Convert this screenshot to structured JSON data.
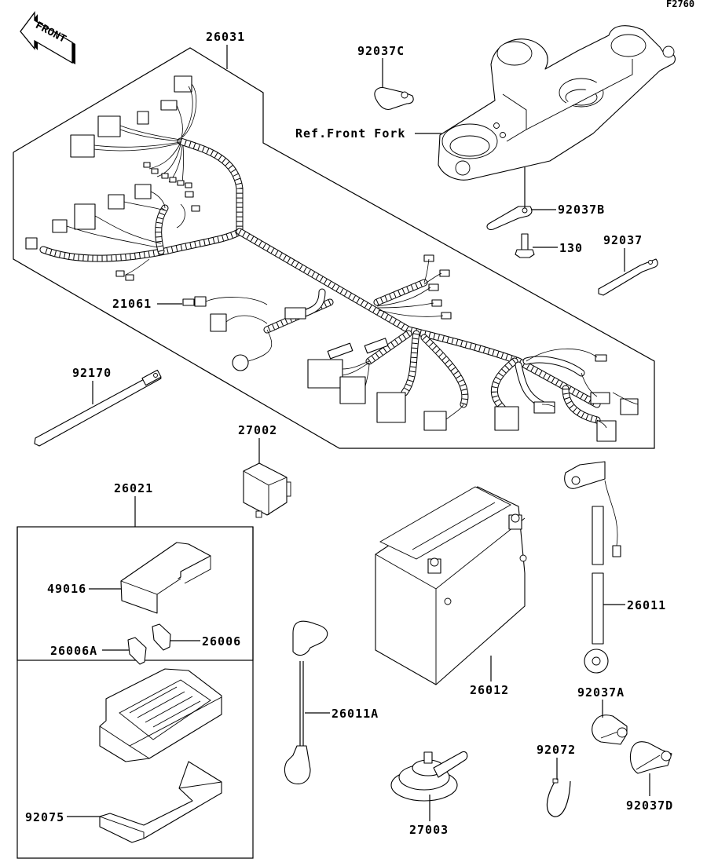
{
  "figure_id": "F2760",
  "front_indicator": "FRONT",
  "reference_note": "Ref.Front Fork",
  "parts": {
    "p26031": "26031",
    "p92037C": "92037C",
    "p92037B": "92037B",
    "p130": "130",
    "p92037": "92037",
    "p21061": "21061",
    "p92170": "92170",
    "p27002": "27002",
    "p26021": "26021",
    "p49016": "49016",
    "p26006": "26006",
    "p26006A": "26006A",
    "p92075": "92075",
    "p26011A": "26011A",
    "p26012": "26012",
    "p26011": "26011",
    "p92037A": "92037A",
    "p92072": "92072",
    "p92037D": "92037D",
    "p27003": "27003"
  }
}
